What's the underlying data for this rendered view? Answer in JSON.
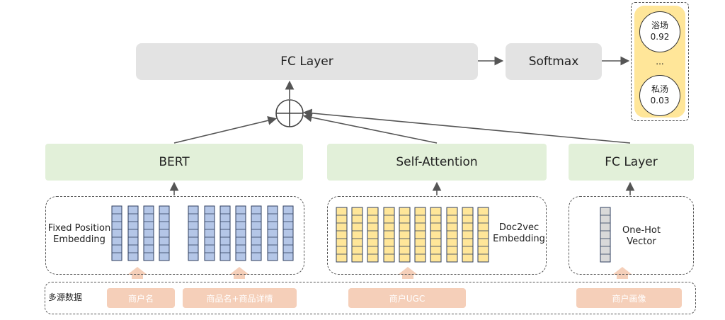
{
  "top": {
    "fc_layer": "FC Layer",
    "softmax": "Softmax"
  },
  "output": {
    "items": [
      {
        "label": "浴场",
        "value": "0.92"
      },
      {
        "label": "私汤",
        "value": "0.03"
      }
    ],
    "ellipsis": "..."
  },
  "encoders": {
    "bert": "BERT",
    "self_attention": "Self-Attention",
    "fc_layer": "FC Layer"
  },
  "embeddings": {
    "fixed_position": "Fixed Position\nEmbedding",
    "doc2vec": "Doc2vec\nEmbedding",
    "one_hot": "One-Hot\nVector"
  },
  "sources": {
    "title": "多源数据",
    "merchant_name": "商户名",
    "product_info": "商品名+商品详情",
    "merchant_ugc": "商户UGC",
    "merchant_profile": "商户画像"
  },
  "colors": {
    "bert_cell": "#b4c6e7",
    "doc2vec_cell": "#ffe699",
    "onehot_cell": "#d9d9d9",
    "source_box": "#f5cfb9",
    "encoder_box": "#e2f0d9",
    "output_bg": "#ffe699"
  }
}
